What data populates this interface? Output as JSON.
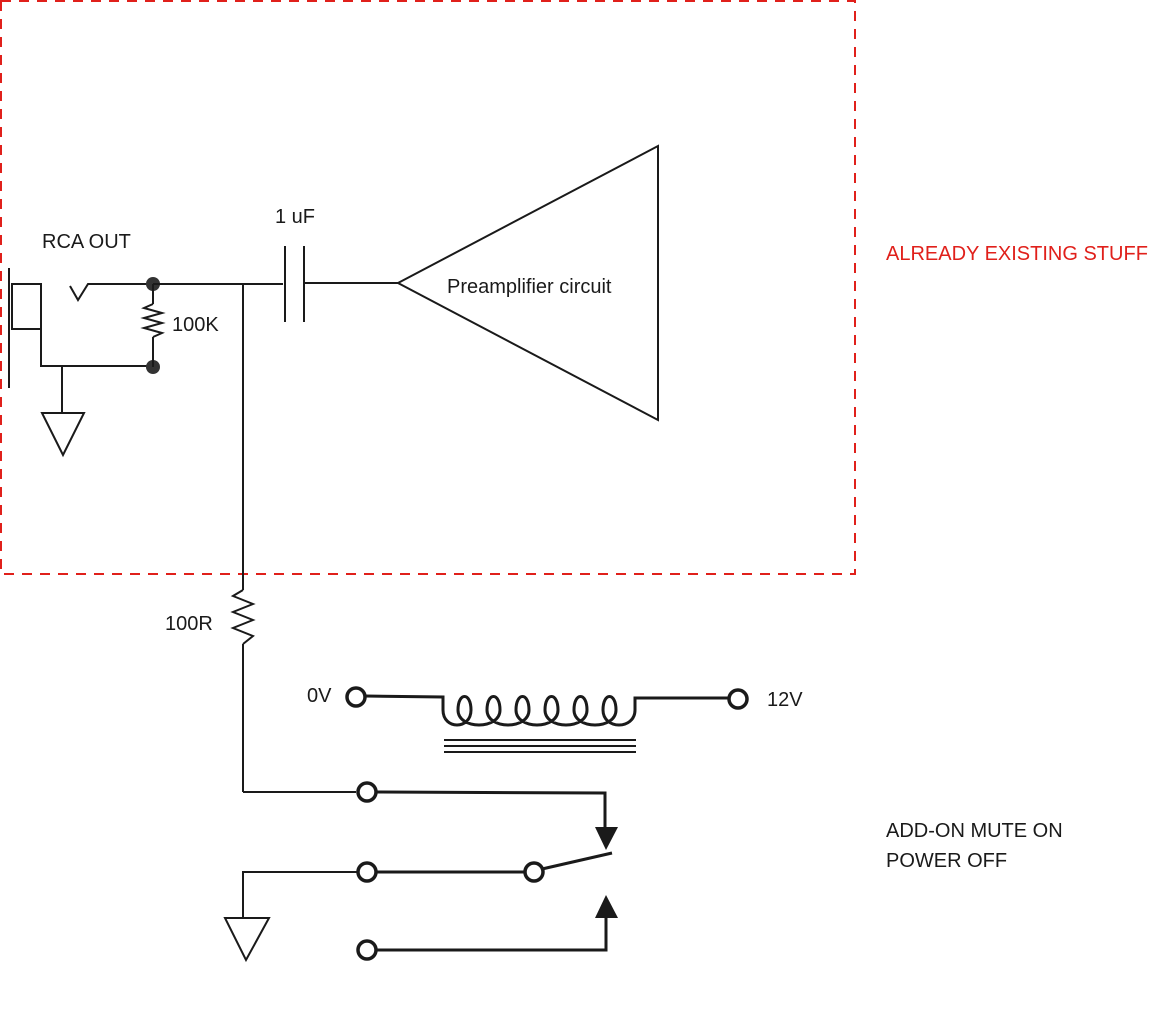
{
  "labels": {
    "rca_out": "RCA OUT",
    "capacitor": "1 uF",
    "resistor_100k": "100K",
    "resistor_100r": "100R",
    "preamp": "Preamplifier circuit",
    "already_existing": "ALREADY EXISTING STUFF",
    "relay_0v": "0V",
    "relay_12v": "12V",
    "addon_line1": "ADD-ON MUTE ON",
    "addon_line2": "POWER OFF"
  },
  "colors": {
    "wire": "#1a1a1a",
    "boundary": "#e0201b",
    "annotation": "#e0201b"
  },
  "icons": [
    "rca-jack-icon",
    "ground-icon",
    "resistor-icon",
    "capacitor-icon",
    "amplifier-icon",
    "relay-coil-icon",
    "relay-switch-icon"
  ]
}
